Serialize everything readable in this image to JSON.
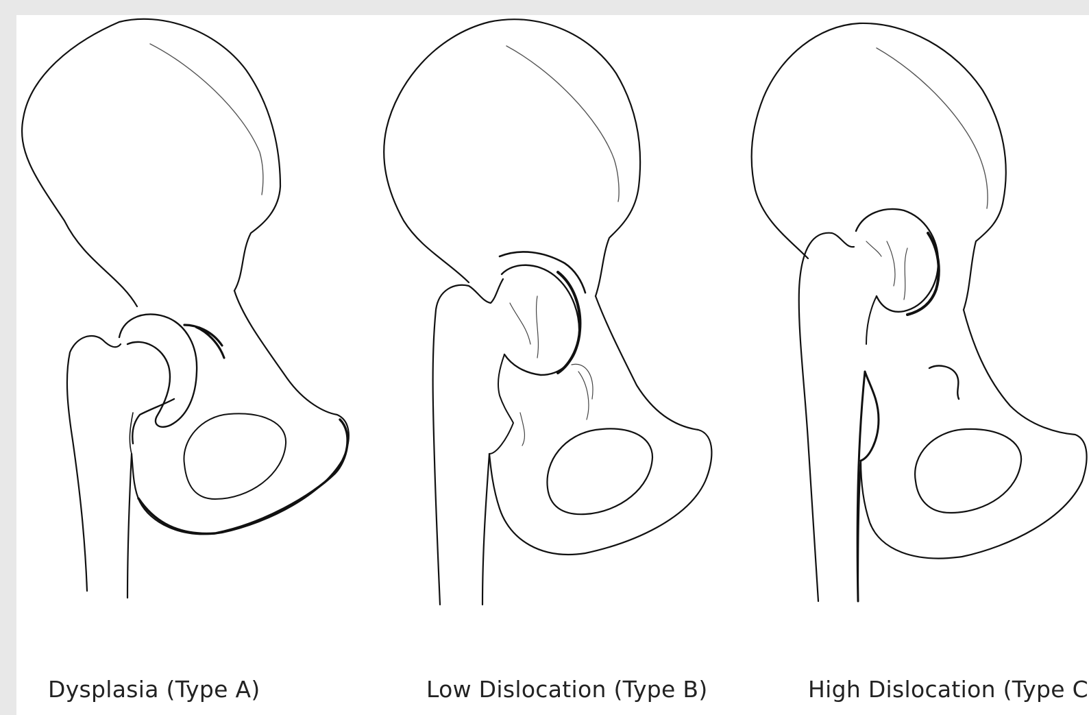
{
  "captions": {
    "type_a": "Dysplasia (Type A)",
    "type_b": "Low Dislocation (Type B)",
    "type_c": "High Dislocation (Type C)"
  },
  "colors": {
    "background": "#e8e8e8",
    "paper": "#ffffff",
    "ink": "#111111"
  }
}
